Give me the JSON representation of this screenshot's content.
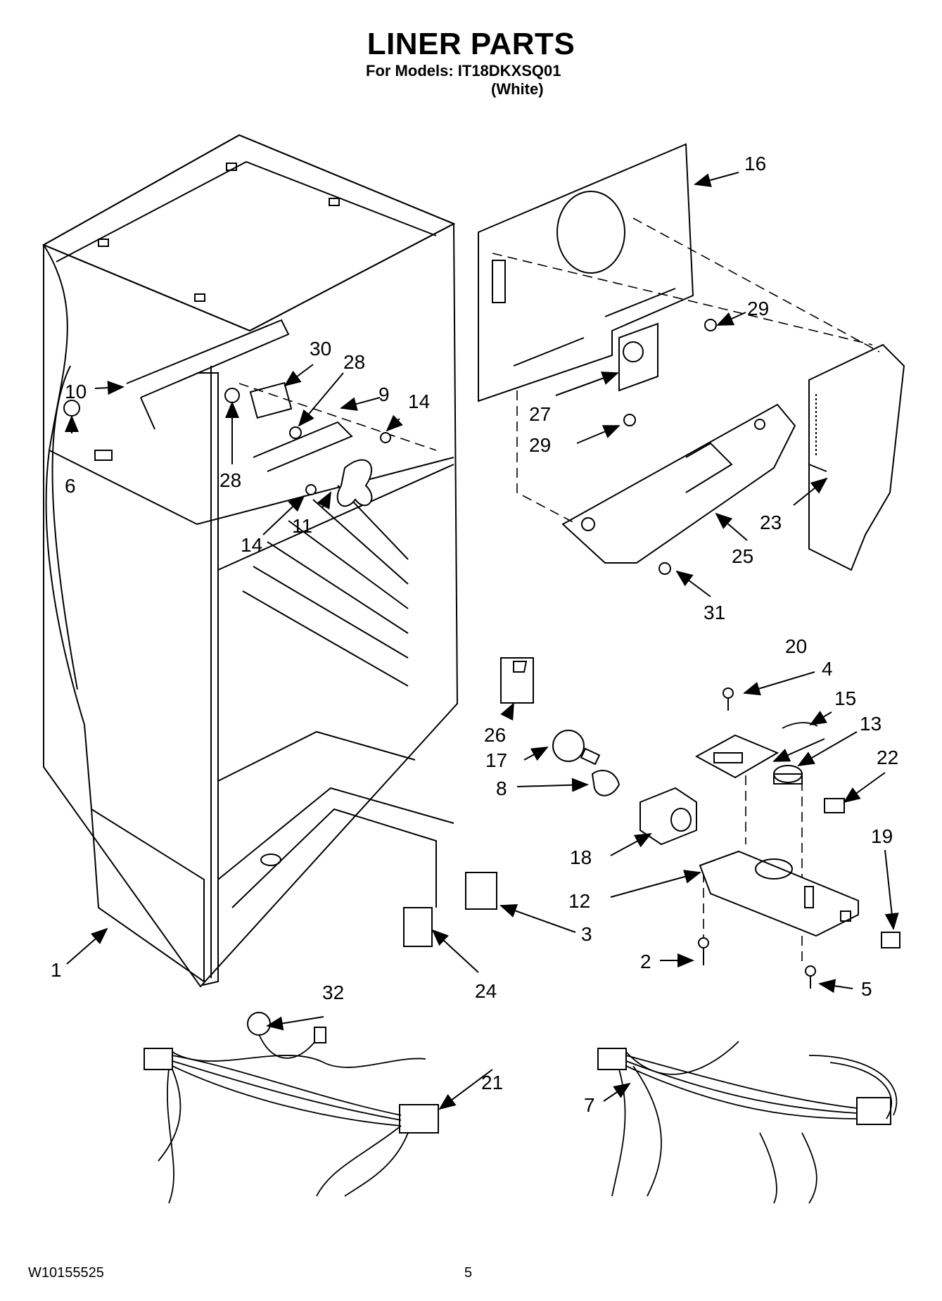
{
  "header": {
    "title": "LINER PARTS",
    "models_line": "For Models: IT18DKXSQ01",
    "color_line": "(White)"
  },
  "footer": {
    "doc_number": "W10155525",
    "page_number": "5"
  },
  "callouts": {
    "c1": "1",
    "c2": "2",
    "c3": "3",
    "c4": "4",
    "c5": "5",
    "c6": "6",
    "c7": "7",
    "c8": "8",
    "c9": "9",
    "c10": "10",
    "c11": "11",
    "c12": "12",
    "c13": "13",
    "c14a": "14",
    "c14b": "14",
    "c15": "15",
    "c16": "16",
    "c17": "17",
    "c18": "18",
    "c19": "19",
    "c20": "20",
    "c21": "21",
    "c22": "22",
    "c23": "23",
    "c24": "24",
    "c25": "25",
    "c26": "26",
    "c27": "27",
    "c28a": "28",
    "c28b": "28",
    "c29a": "29",
    "c29b": "29",
    "c30": "30",
    "c31": "31",
    "c32": "32"
  }
}
